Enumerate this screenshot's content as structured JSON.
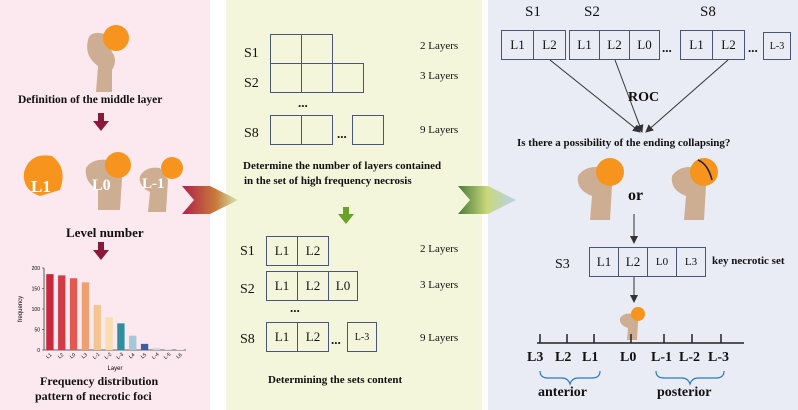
{
  "left": {
    "title_def": "Definition of the middle layer",
    "level_number": "Level number",
    "labels": {
      "l1": "L1",
      "l0": "L0",
      "lm1": "L-1"
    },
    "freq_title_1": "Frequency distribution",
    "freq_title_2": "pattern of necrotic foci"
  },
  "chart_data": {
    "type": "bar",
    "xlabel": "Layer",
    "ylabel": "frequency",
    "ylim": [
      0,
      200
    ],
    "yticks": [
      0,
      50,
      100,
      150,
      200
    ],
    "categories": [
      "L1",
      "L2",
      "L0",
      "L3",
      "L-1",
      "L-2",
      "L-3",
      "L4",
      "L5",
      "L-4",
      "L-5",
      "L6"
    ],
    "values": [
      185,
      182,
      175,
      165,
      110,
      80,
      65,
      35,
      15,
      5,
      3,
      2
    ],
    "colors": [
      "#c8283c",
      "#d33a45",
      "#e05a52",
      "#f0a070",
      "#f5c590",
      "#f9deb0",
      "#2e8fa0",
      "#a5c8d8",
      "#3a5fa8",
      "#cfd7ea",
      "#dde3f0",
      "#e8ecf5"
    ]
  },
  "middle": {
    "rows1": [
      {
        "label": "S1",
        "count": "2 Layers"
      },
      {
        "label": "S2",
        "count": "3 Layers"
      },
      {
        "label": "S8",
        "count": "9 Layers"
      }
    ],
    "ellipsis": "...",
    "determine_1": "Determine the number of layers contained",
    "determine_2": "in the set of high frequency necrosis",
    "rows2": [
      {
        "label": "S1",
        "count": "2 Layers",
        "cells": [
          "L1",
          "L2"
        ]
      },
      {
        "label": "S2",
        "count": "3 Layers",
        "cells": [
          "L1",
          "L2",
          "L0"
        ]
      },
      {
        "label": "S8",
        "count": "9 Layers",
        "cells": [
          "L1",
          "L2",
          "L-3"
        ]
      }
    ],
    "determining": "Determining the sets content"
  },
  "right": {
    "sets": [
      {
        "label": "S1",
        "cells": [
          "L1",
          "L2"
        ]
      },
      {
        "label": "S2",
        "cells": [
          "L1",
          "L2",
          "L0"
        ]
      },
      {
        "label": "S8",
        "cells": [
          "L1",
          "L2",
          "L-3"
        ]
      }
    ],
    "ellipsis": "...",
    "roc": "ROC",
    "question": "Is there a possibility of the ending collapsing?",
    "or": "or",
    "s3_label": "S3",
    "s3_cells": [
      "L1",
      "L2",
      "L0",
      "L3"
    ],
    "key_set": "key necrotic set",
    "axis_labels": [
      "L3",
      "L2",
      "L1",
      "L0",
      "L-1",
      "L-2",
      "L-3"
    ],
    "anterior": "anterior",
    "posterior": "posterior"
  },
  "colors": {
    "accent": "#f7941d",
    "bone": "#cdae92",
    "arrow": "#8b1a3a",
    "green_arrow": "#6aa12a"
  }
}
